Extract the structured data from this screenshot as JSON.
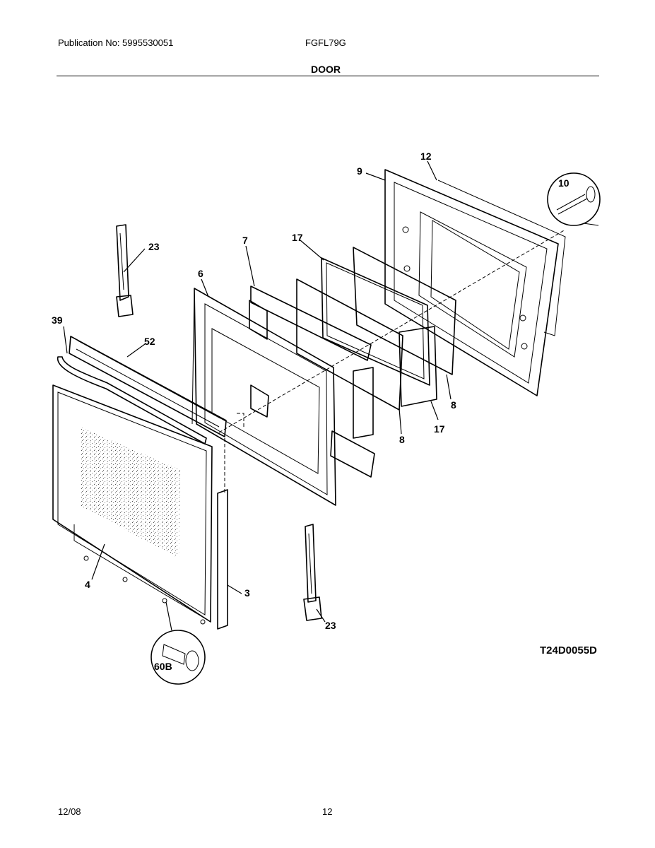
{
  "header": {
    "publication": "Publication No: 5995530051",
    "model": "FGFL79G",
    "section_title": "DOOR"
  },
  "diagram": {
    "callouts": {
      "c23a": "23",
      "c23b": "23",
      "c39": "39",
      "c52": "52",
      "c6": "6",
      "c7": "7",
      "c17a": "17",
      "c17b": "17",
      "c9": "9",
      "c12": "12",
      "c10": "10",
      "c8a": "8",
      "c8b": "8",
      "c4": "4",
      "c3": "3",
      "c60b": "60B"
    },
    "code": "T24D0055D"
  },
  "footer": {
    "date": "12/08",
    "page": "12"
  }
}
